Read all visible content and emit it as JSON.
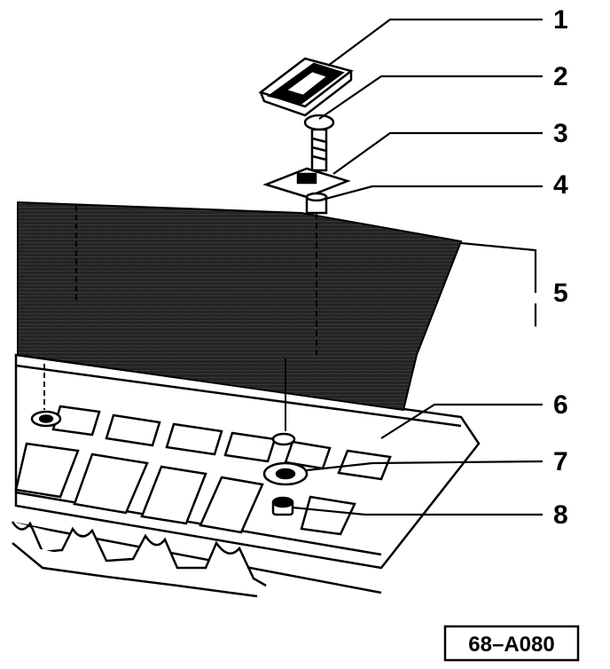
{
  "diagram": {
    "callouts": [
      "1",
      "2",
      "3",
      "4",
      "5",
      "6",
      "7",
      "8"
    ],
    "reference_code": "68–A080",
    "colors": {
      "ink": "#000000",
      "paper": "#ffffff",
      "mat": "#1a1a1a"
    }
  }
}
